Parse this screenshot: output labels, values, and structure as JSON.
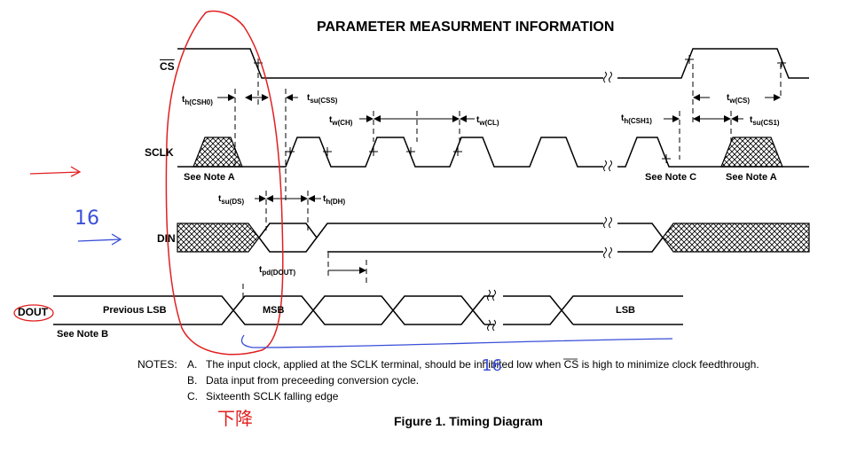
{
  "title": "PARAMETER MEASURMENT INFORMATION",
  "signals": {
    "cs": "CS",
    "sclk": "SCLK",
    "din": "DIN",
    "dout": "DOUT"
  },
  "timing": {
    "th_csh0": {
      "t": "t",
      "sub": "h(CSH0)"
    },
    "tsu_css": {
      "t": "t",
      "sub": "su(CSS)"
    },
    "tw_ch": {
      "t": "t",
      "sub": "w(CH)"
    },
    "tw_cl": {
      "t": "t",
      "sub": "w(CL)"
    },
    "th_csh1": {
      "t": "t",
      "sub": "h(CSH1)"
    },
    "tw_cs": {
      "t": "t",
      "sub": "w(CS)"
    },
    "tsu_cs1": {
      "t": "t",
      "sub": "su(CS1)"
    },
    "tsu_ds": {
      "t": "t",
      "sub": "su(DS)"
    },
    "th_dh": {
      "t": "t",
      "sub": "h(DH)"
    },
    "tpd_dout": {
      "t": "t",
      "sub": "pd(DOUT)"
    }
  },
  "see_notes": {
    "sclk_a_left": "See Note A",
    "sclk_c": "See Note C",
    "sclk_a_right": "See Note A",
    "dout_b": "See Note B"
  },
  "dout_bus": {
    "previous": "Previous LSB",
    "msb": "MSB",
    "lsb": "LSB"
  },
  "notes": {
    "heading": "NOTES:",
    "a_letter": "A.",
    "a_pre": "The input clock, applied at the SCLK terminal, should be inhibited low when ",
    "a_cs": "CS",
    "a_post": " is high to minimize clock feedthrough.",
    "b_letter": "B.",
    "b_text": "Data input from preceeding conversion cycle.",
    "c_letter": "C.",
    "c_text": "Sixteenth SCLK falling edge"
  },
  "caption": "Figure 1. Timing Diagram",
  "handwriting": {
    "din_count": "16",
    "bottom_count": "16",
    "bottom_note": "下降"
  },
  "colors": {
    "ink": "#000000",
    "annotation_red": "#e02020",
    "annotation_blue": "#3a4fd8"
  }
}
